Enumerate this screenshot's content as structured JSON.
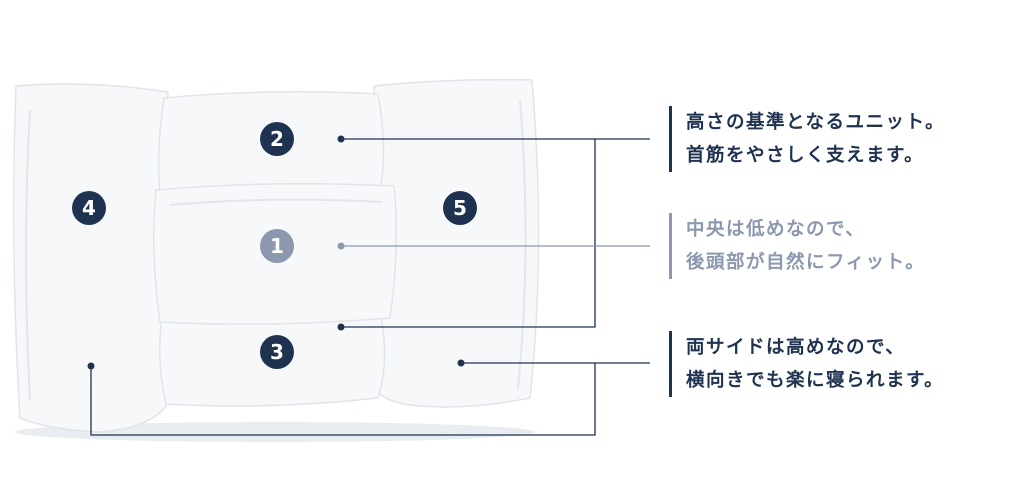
{
  "colors": {
    "navy": "#1f3350",
    "light_blue": "#8b98ae",
    "pillow_fill": "#f7f8fa"
  },
  "badges": [
    {
      "number": "2",
      "style": "navy"
    },
    {
      "number": "4",
      "style": "navy"
    },
    {
      "number": "5",
      "style": "navy"
    },
    {
      "number": "1",
      "style": "light"
    },
    {
      "number": "3",
      "style": "navy"
    }
  ],
  "captions": [
    {
      "lines": [
        "高さの基準となるユニット。",
        "首筋をやさしく支えます。"
      ],
      "style": "navy"
    },
    {
      "lines": [
        "中央は低めなので、",
        "後頭部が自然にフィット。"
      ],
      "style": "light"
    },
    {
      "lines": [
        "両サイドは高めなので、",
        "横向きでも楽に寝られます。"
      ],
      "style": "navy"
    }
  ]
}
